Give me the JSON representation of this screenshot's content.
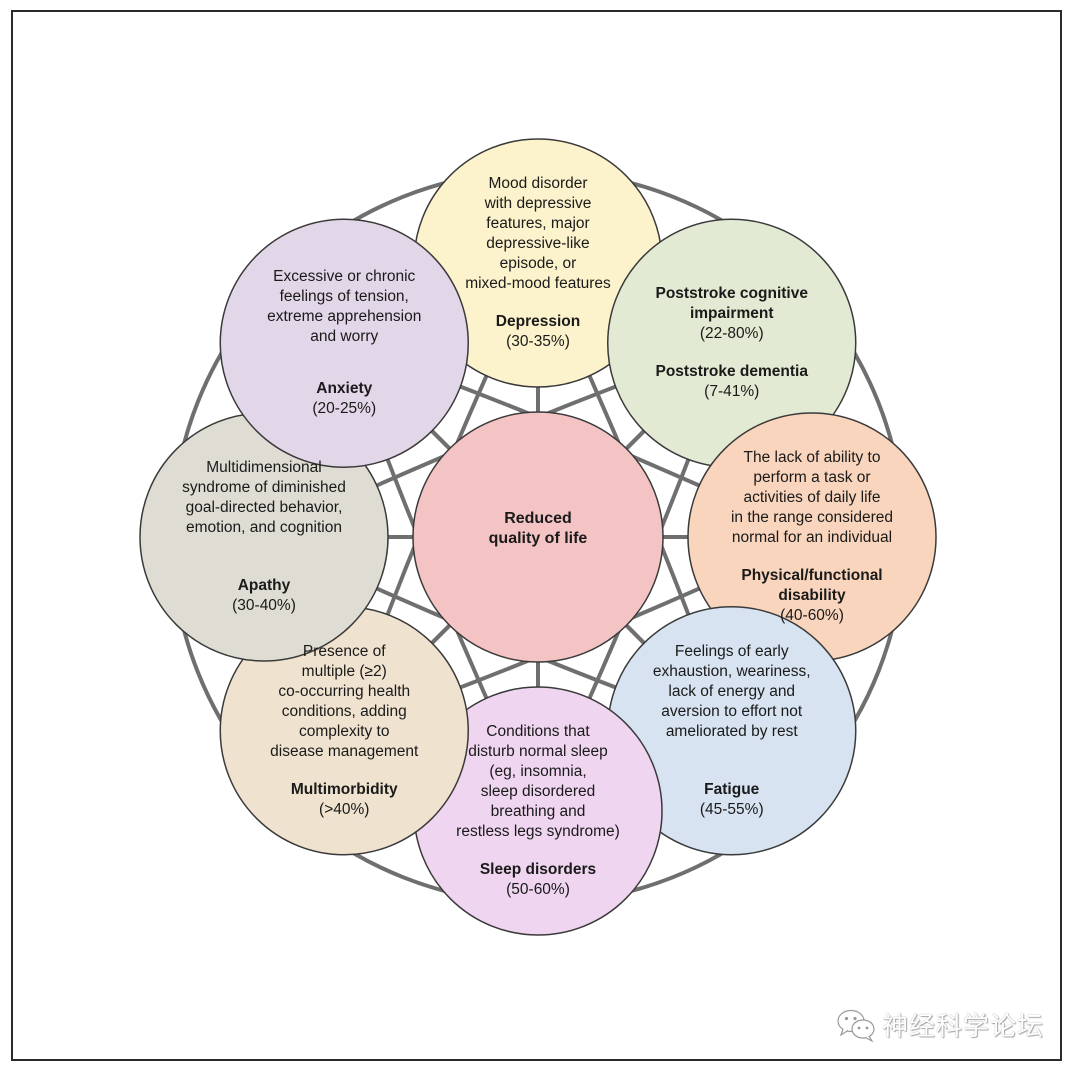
{
  "diagram": {
    "center": {
      "id": "quality-of-life",
      "title": "Reduced\nquality of life",
      "color": "#f4c4c5"
    },
    "nodes": [
      {
        "id": "depression",
        "description": "Mood disorder\nwith depressive\nfeatures, major\ndepressive-like\nepisode, or\nmixed-mood features",
        "title": "Depression",
        "prevalence": "(30-35%)",
        "color": "#fcf3cc"
      },
      {
        "id": "cognitive",
        "description": "",
        "title": "Poststroke cognitive\nimpairment",
        "prevalence": "(22-80%)",
        "title2": "Poststroke dementia",
        "prevalence2": "(7-41%)",
        "color": "#e3ead3"
      },
      {
        "id": "disability",
        "description": "The lack of ability to\nperform a task or\nactivities of daily life\nin the range considered\nnormal for an individual",
        "title": "Physical/functional\ndisability",
        "prevalence": "(40-60%)",
        "color": "#f9d5bd"
      },
      {
        "id": "fatigue",
        "description": "Feelings of early\nexhaustion, weariness,\nlack of energy and\naversion to effort not\nameliorated by rest",
        "title": "Fatigue",
        "prevalence": "(45-55%)",
        "color": "#d7e3f1"
      },
      {
        "id": "sleep",
        "description": "Conditions that\ndisturb normal sleep\n(eg, insomnia,\nsleep disordered\nbreathing and\nrestless legs syndrome)",
        "title": "Sleep disorders",
        "prevalence": "(50-60%)",
        "color": "#efd5f0"
      },
      {
        "id": "multimorbidity",
        "description": "Presence of\nmultiple (≥2)\nco-occurring health\nconditions, adding\ncomplexity to\ndisease management",
        "title": "Multimorbidity",
        "prevalence": "(>40%)",
        "color": "#efe2cf"
      },
      {
        "id": "apathy",
        "description": "Multidimensional\nsyndrome of diminished\ngoal-directed behavior,\nemotion, and cognition",
        "title": "Apathy",
        "prevalence": "(30-40%)",
        "color": "#dedcd3"
      },
      {
        "id": "anxiety",
        "description": "Excessive or chronic\nfeelings of tension,\nextreme apprehension\nand worry",
        "title": "Anxiety",
        "prevalence": "(20-25%)",
        "color": "#e2d7e8"
      }
    ],
    "connection_color": "#6f6f6f",
    "border_color": "#2b2b2b"
  },
  "watermark": {
    "icon": "wechat-icon",
    "text": "神经科学论坛"
  }
}
